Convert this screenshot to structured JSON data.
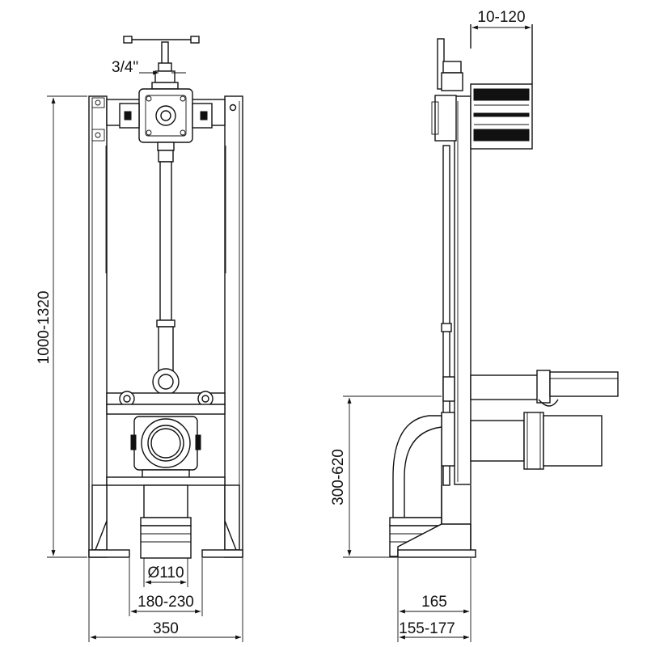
{
  "front_view": {
    "thread_label": "3/4\"",
    "height_label": "1000-1320",
    "pipe_diameter_label": "Ø110",
    "outlet_spacing_label": "180-230",
    "width_label": "350"
  },
  "side_view": {
    "adjust_depth_label": "10-120",
    "outlet_height_label": "300-620",
    "depth_label": "165",
    "outlet_offset_label": "155-177"
  }
}
